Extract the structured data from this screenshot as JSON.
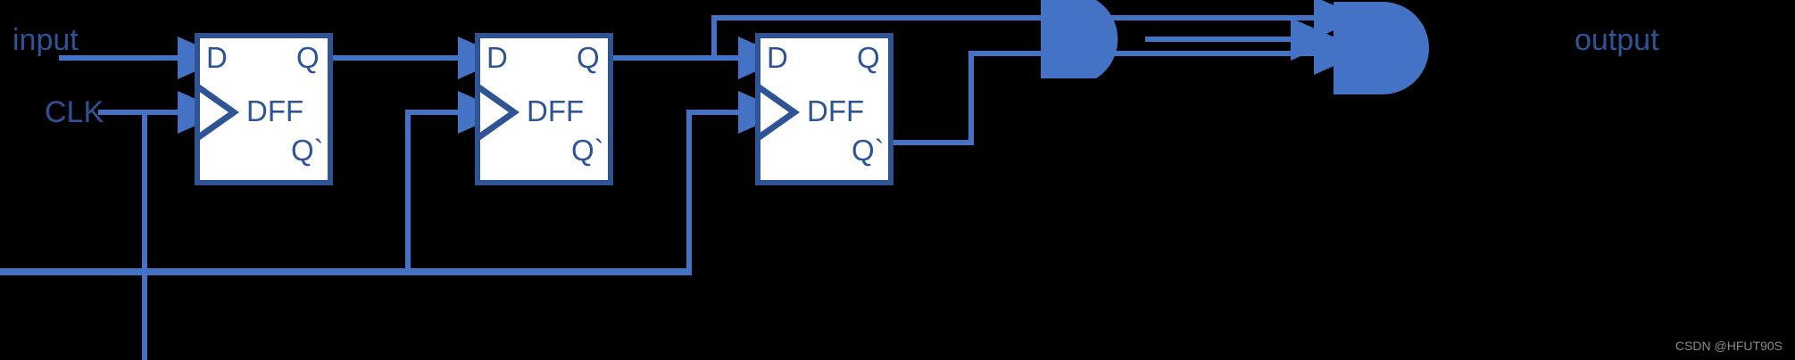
{
  "diagram": {
    "title": "3-stage D flip-flop chain with AND gate",
    "background_color": "#000000",
    "wire_color": "#4472c4",
    "box_border_color": "#2e5496",
    "box_fill_color": "#ffffff",
    "text_color": "#2e5496",
    "gate_fill_color": "#4472c4"
  },
  "io": {
    "input_label": "input",
    "clock_label": "CLK",
    "output_label": "output"
  },
  "flipflops": [
    {
      "name": "DFF1",
      "body_label": "DFF",
      "d_pin": "D",
      "q_pin": "Q",
      "qbar_pin": "Q`"
    },
    {
      "name": "DFF2",
      "body_label": "DFF",
      "d_pin": "D",
      "q_pin": "Q",
      "qbar_pin": "Q`"
    },
    {
      "name": "DFF3",
      "body_label": "DFF",
      "d_pin": "D",
      "q_pin": "Q",
      "qbar_pin": "Q`"
    }
  ],
  "gate": {
    "type": "AND",
    "input_count": 2,
    "output_count": 1
  },
  "nets": [
    {
      "name": "input-to-dff1-d",
      "from": "input",
      "to": "DFF1.D"
    },
    {
      "name": "clk-bus",
      "from": "CLK",
      "to": "DFF1.CLK, DFF2.CLK, DFF3.CLK"
    },
    {
      "name": "dff1-q-to-dff2-d",
      "from": "DFF1.Q",
      "to": "DFF2.D"
    },
    {
      "name": "dff2-q-to-dff3-d",
      "from": "DFF2.Q",
      "to": "DFF3.D"
    },
    {
      "name": "dff2-q-to-and-in1",
      "from": "DFF2.Q",
      "to": "AND.in1"
    },
    {
      "name": "dff3-qbar-to-and-in2",
      "from": "DFF3.Q`",
      "to": "AND.in2"
    },
    {
      "name": "and-out-to-output",
      "from": "AND.out",
      "to": "output"
    }
  ],
  "watermark": {
    "text": "CSDN @HFUT90S"
  }
}
